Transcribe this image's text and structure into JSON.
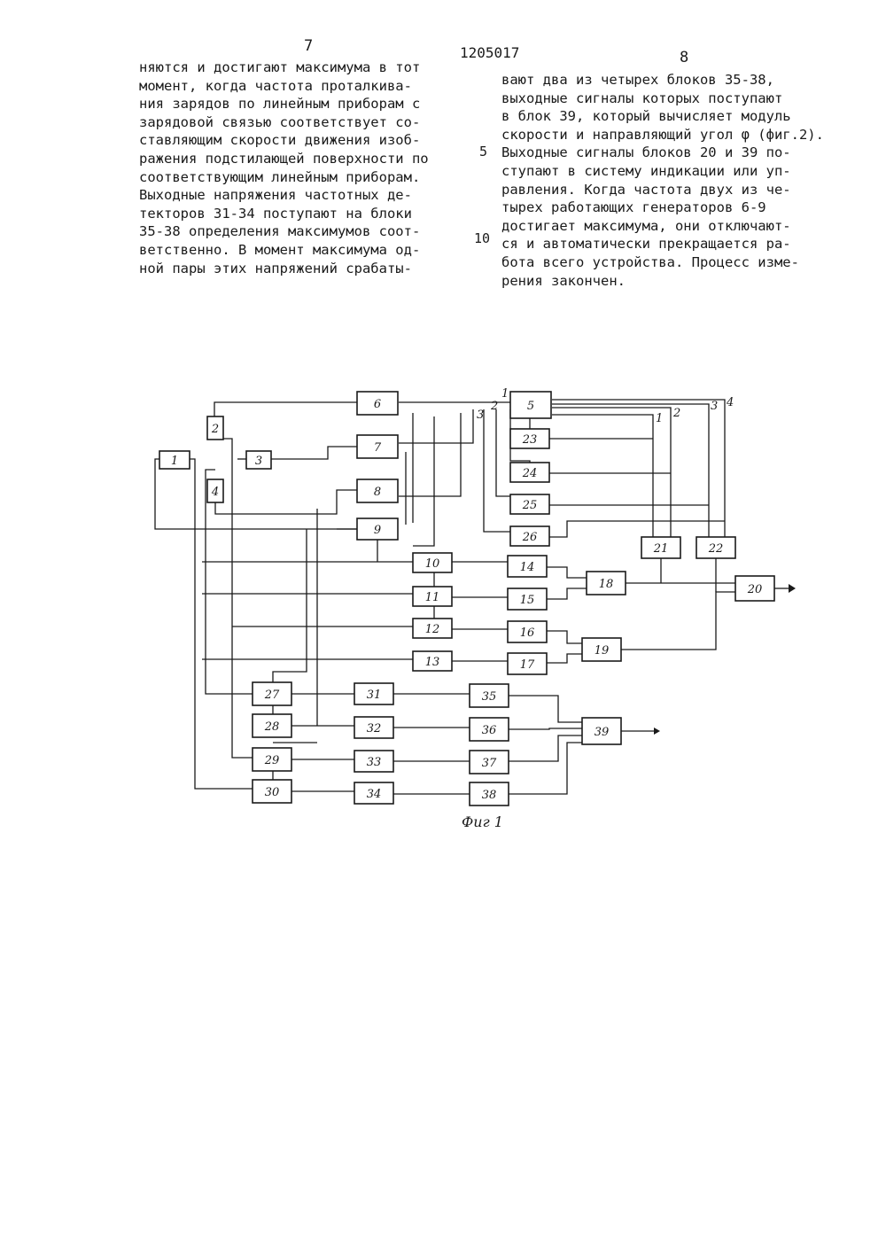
{
  "header": {
    "left_page": "7",
    "patent_no": "1205017",
    "right_page": "8"
  },
  "left_column": [
    "няются и достигают максимума в тот",
    "момент, когда частота проталкива-",
    "ния зарядов по линейным приборам с",
    "зарядовой связью соответствует со-",
    "ставляющим скорости движения изоб-",
    "ражения подстилающей поверхности по",
    "соответствующим линейным приборам.",
    "Выходные напряжения частотных де-",
    "текторов 31-34 поступают на блоки",
    "35-38 определения максимумов соот-",
    "ветственно. В момент максимума од-",
    "ной пары этих напряжений срабаты-"
  ],
  "right_column": [
    "вают два из четырех блоков 35-38,",
    "выходные сигналы которых поступают",
    "в блок 39, который вычисляет модуль",
    "скорости и направляющий угол φ (фиг.2).",
    "Выходные сигналы блоков 20 и 39 по-",
    "ступают в систему индикации или уп-",
    "равления. Когда частота двух из че-",
    "тырех работающих генераторов 6-9",
    "достигает максимума, они отключают-",
    "ся и автоматически прекращается ра-",
    "бота всего устройства. Процесс изме-",
    "рения закончен."
  ],
  "line_numbers": {
    "five": "5",
    "ten": "10"
  },
  "diagram": {
    "caption": "Фиг 1",
    "blocks": {
      "b1": "1",
      "b2": "2",
      "b3": "3",
      "b4": "4",
      "b5": "5",
      "b6": "6",
      "b7": "7",
      "b8": "8",
      "b9": "9",
      "b10": "10",
      "b11": "11",
      "b12": "12",
      "b13": "13",
      "b14": "14",
      "b15": "15",
      "b16": "16",
      "b17": "17",
      "b18": "18",
      "b19": "19",
      "b20": "20",
      "b21": "21",
      "b22": "22",
      "b23": "23",
      "b24": "24",
      "b25": "25",
      "b26": "26",
      "b27": "27",
      "b28": "28",
      "b29": "29",
      "b30": "30",
      "b31": "31",
      "b32": "32",
      "b33": "33",
      "b34": "34",
      "b35": "35",
      "b36": "36",
      "b37": "37",
      "b38": "38",
      "b39": "39"
    },
    "wire_labels": {
      "w1": "1",
      "w2": "2",
      "w3": "3",
      "w4": "4",
      "l1": "1",
      "l2": "2",
      "l3": "3"
    }
  }
}
